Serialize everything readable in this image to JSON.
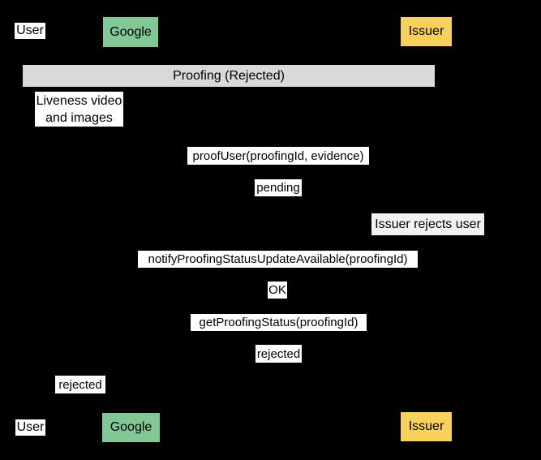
{
  "colors": {
    "background": "#000000",
    "google_box": "#82c796",
    "issuer_box": "#f7d15c",
    "fragment_bar": "#d9d9d9",
    "message_label_bg": "#ffffff",
    "note_bg": "#f2f2f2",
    "text": "#000000"
  },
  "actors": {
    "user": "User",
    "google": "Google",
    "issuer": "Issuer"
  },
  "fragment": {
    "title": "Proofing (Rejected)"
  },
  "notes": {
    "liveness_line1": "Liveness video",
    "liveness_line2": "and images",
    "issuer_rejects": "Issuer rejects user"
  },
  "messages": {
    "proof_user": "proofUser(proofingId, evidence)",
    "pending": "pending",
    "notify": "notifyProofingStatusUpdateAvailable(proofingId)",
    "ok": "OK",
    "get_status": "getProofingStatus(proofingId)",
    "rejected_to_google": "rejected",
    "rejected_to_user": "rejected"
  }
}
